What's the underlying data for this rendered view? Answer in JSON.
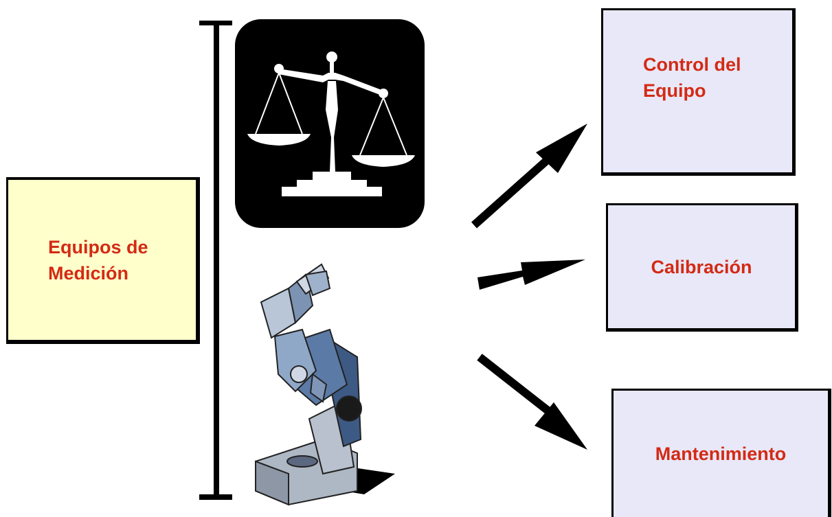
{
  "source": {
    "line1": "Equipos de",
    "line2": "Medición"
  },
  "outputs": {
    "control": {
      "line1": "Control del",
      "line2": "Equipo"
    },
    "calibracion": {
      "label": "Calibración"
    },
    "mantenimiento": {
      "label": "Mantenimiento"
    }
  },
  "icons": [
    "scale-icon",
    "microscope-icon"
  ],
  "colors": {
    "label": "#d42a14",
    "source_fill": "#ffffcc",
    "output_fill": "#e8e8f8"
  }
}
